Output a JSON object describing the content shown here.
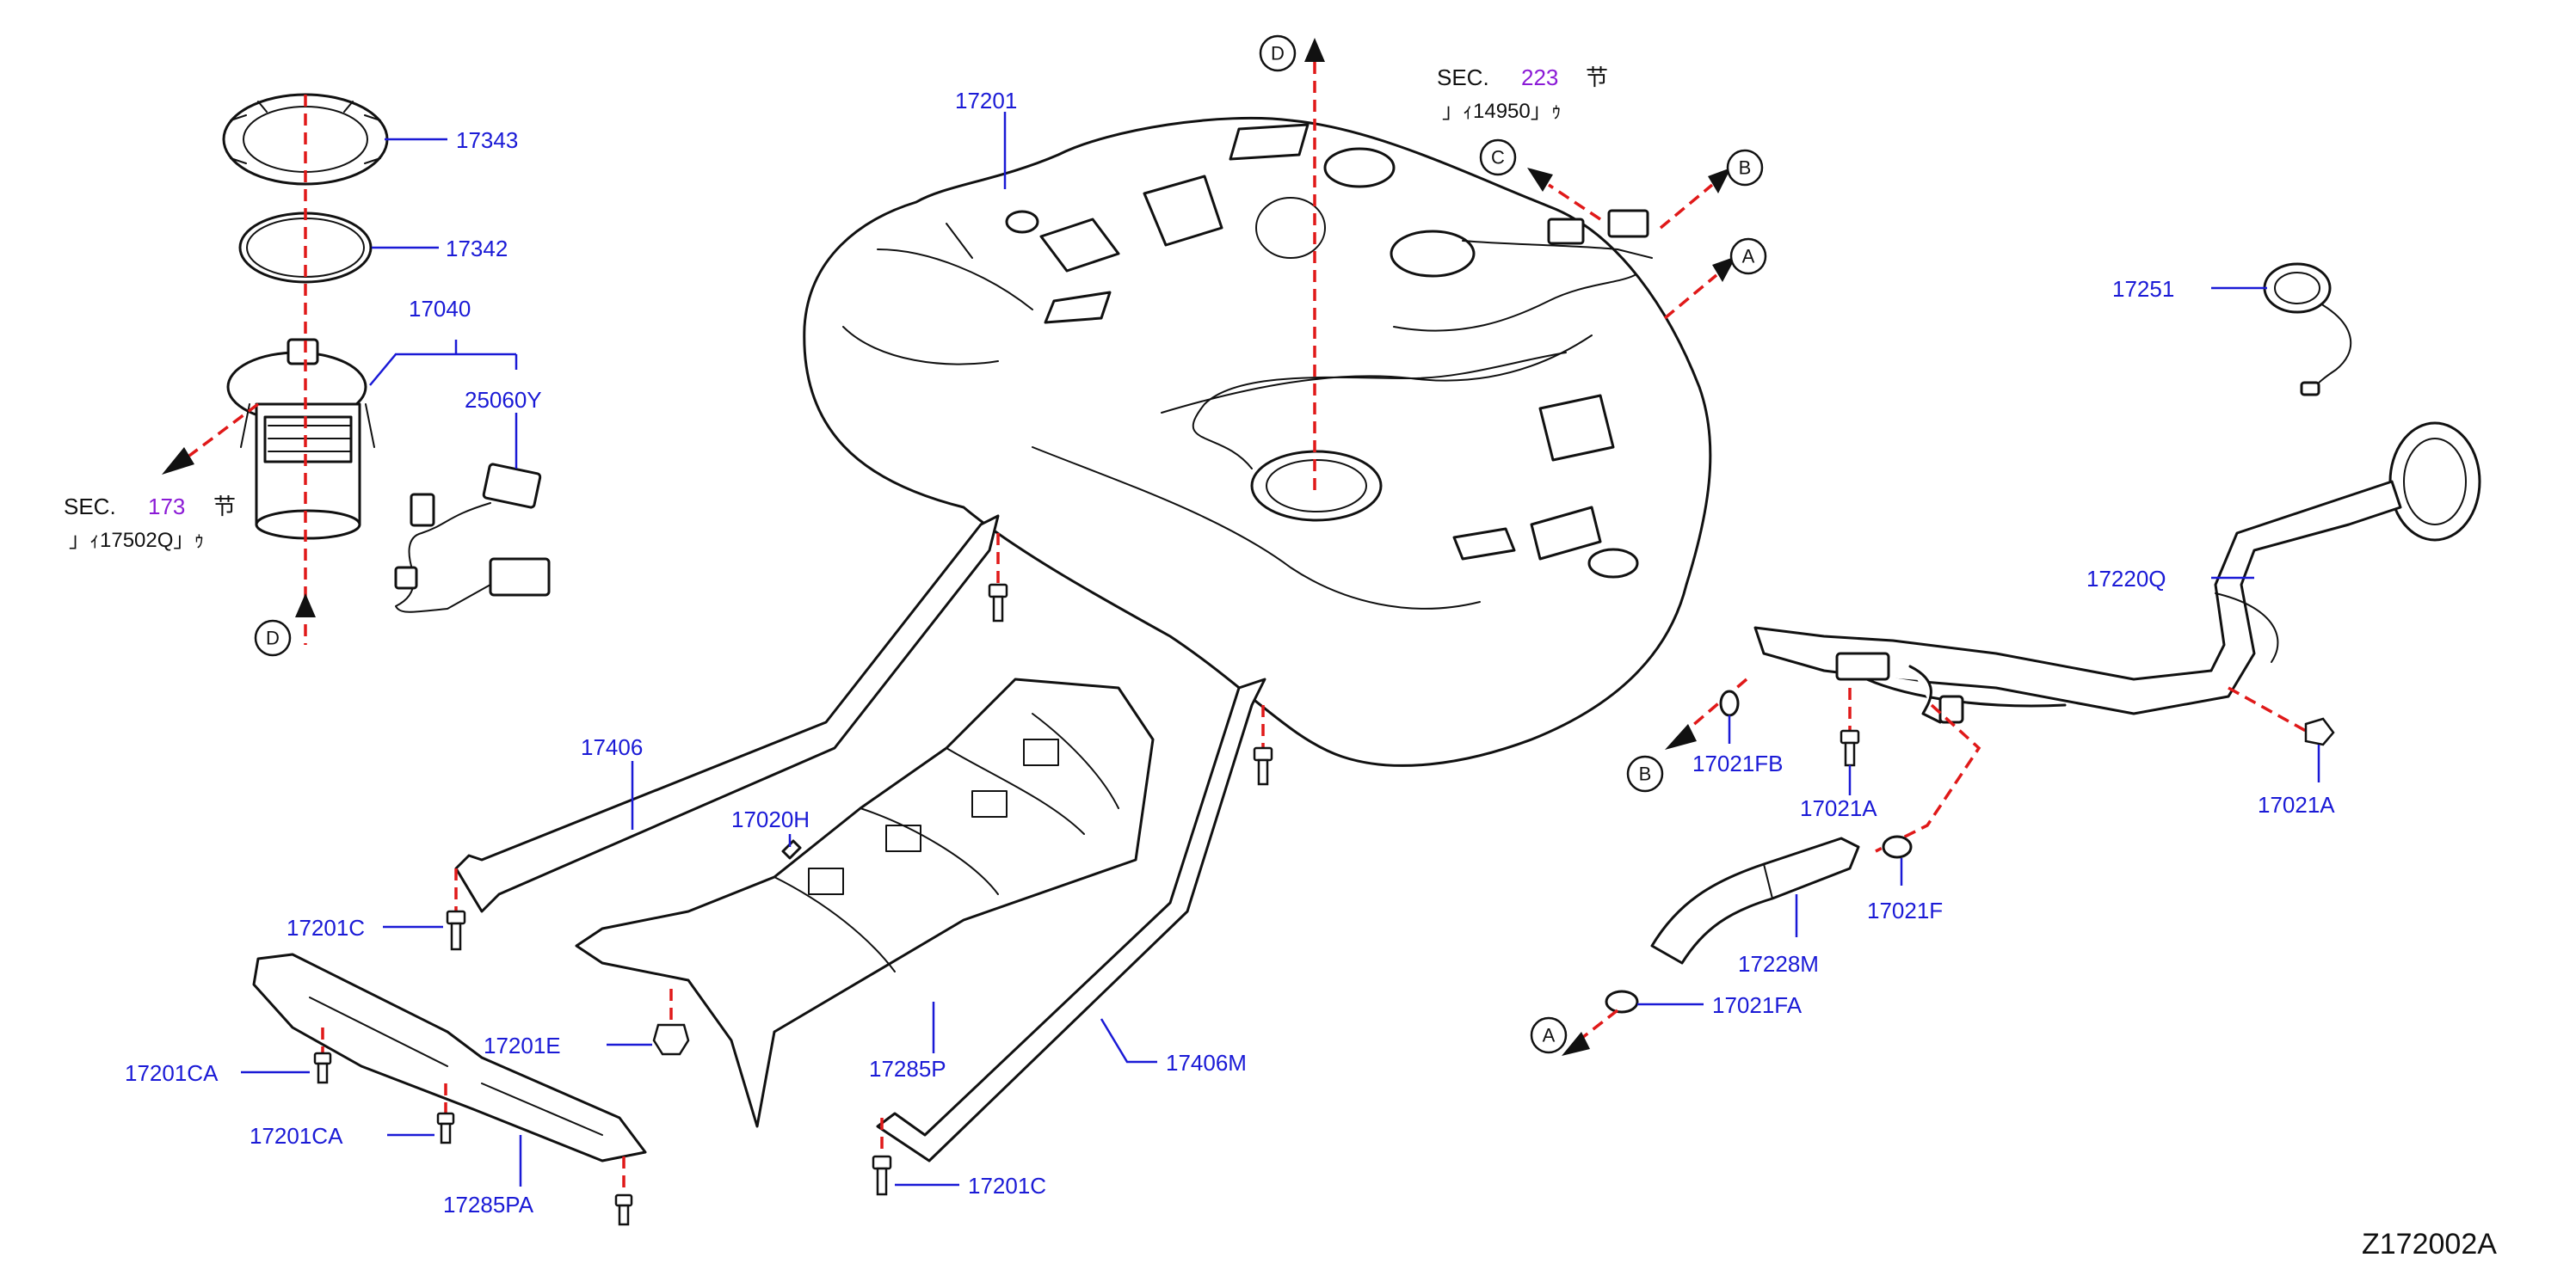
{
  "diagram_id": "Z172002A",
  "parts": {
    "p17343": "17343",
    "p17342": "17342",
    "p17040": "17040",
    "p25060Y": "25060Y",
    "p17201": "17201",
    "p17251": "17251",
    "p17220Q": "17220Q",
    "p17021FB": "17021FB",
    "p17021A_1": "17021A",
    "p17021A_2": "17021A",
    "p17021F": "17021F",
    "p17228M": "17228M",
    "p17021FA": "17021FA",
    "p17406": "17406",
    "p17020H": "17020H",
    "p17201C_1": "17201C",
    "p17201C_2": "17201C",
    "p17201E": "17201E",
    "p17285P": "17285P",
    "p17406M": "17406M",
    "p17201CA_1": "17201CA",
    "p17201CA_2": "17201CA",
    "p17285PA": "17285PA"
  },
  "section_refs": {
    "left": {
      "prefix": "SEC.",
      "number": "173",
      "glyph": "节",
      "sub": "」ｨ17502Q」ｩ"
    },
    "top": {
      "prefix": "SEC.",
      "number": "223",
      "glyph": "节",
      "sub": "」ｨ14950」ｩ"
    }
  },
  "connectors": {
    "d_top": "D",
    "d_left": "D",
    "c_top": "C",
    "b_top": "B",
    "a_top": "A",
    "b_right": "B",
    "a_bottom": "A"
  }
}
